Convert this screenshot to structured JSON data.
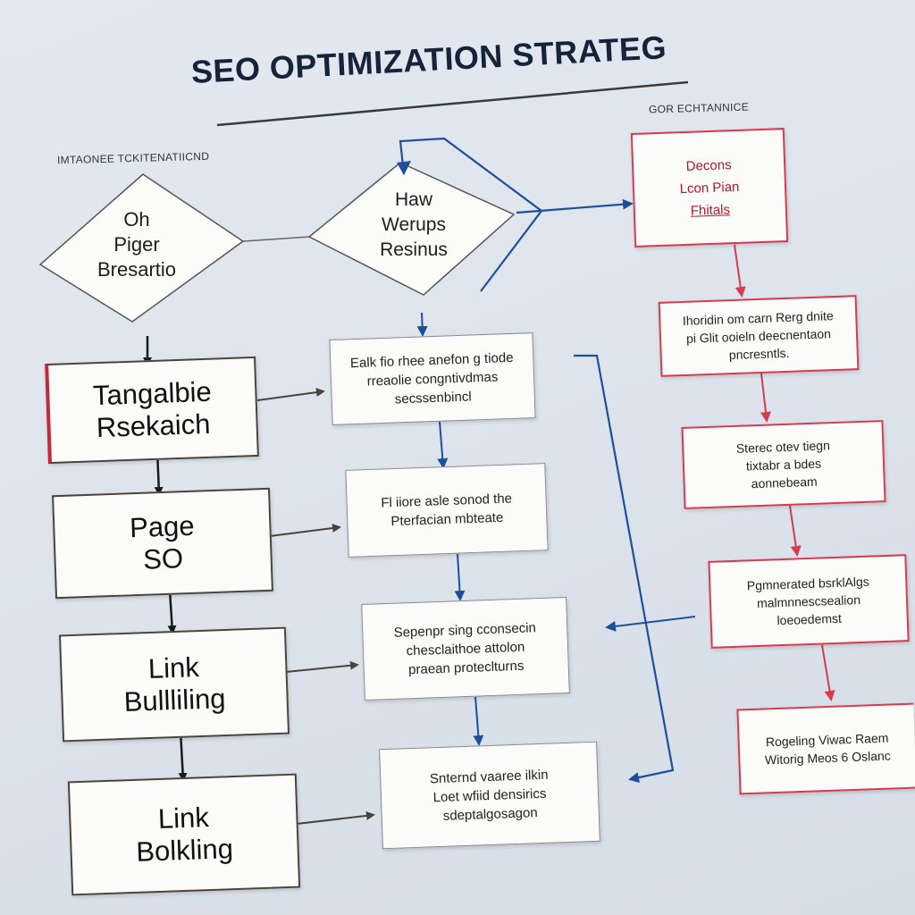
{
  "title": "SEO OPTIMIZATION STRATEG",
  "labels": {
    "left_caption": "IMTAONEE TCKITENATIICND",
    "right_caption": "GOR ECHTANNICE"
  },
  "diamonds": [
    {
      "id": "d1",
      "text": "Oh\nPiger\nBresartio"
    },
    {
      "id": "d2",
      "text": "Haw\nWerups\nResinus"
    }
  ],
  "left_steps": [
    {
      "id": "tangible-research",
      "text": "Tangalbie\nRsekaich"
    },
    {
      "id": "page-seo",
      "text": "Page\nSO"
    },
    {
      "id": "link-building",
      "text": "Link\nBullliling"
    },
    {
      "id": "link-bolkling",
      "text": "Link\nBolkling"
    }
  ],
  "middle_steps": [
    {
      "id": "m1",
      "text": "Ealk fio rhee anefon g tiode\nrreaolie congntivdmas\nsecssenbincl"
    },
    {
      "id": "m2",
      "text": "Fl iiore asle sonod the\nPterfacian mbteate"
    },
    {
      "id": "m3",
      "text": "Sepenpr sing cconsecin\nchesclaithoe attolon\npraean proteclturns"
    },
    {
      "id": "m4",
      "text": "Snternd vaaree ilkin\nLoet wfiid densirics\nsdeptalgosagon"
    }
  ],
  "right_steps": [
    {
      "id": "r0",
      "lines": [
        "Decons",
        "Lcon Pian",
        "Fhitals"
      ]
    },
    {
      "id": "r1",
      "text": "Ihoridin om carn Rerg dnite\npi Glit ooieln deecnentaon\npncresntls."
    },
    {
      "id": "r2",
      "text": "Sterec otev tiegn\ntixtabr a bdes\naonnebeam"
    },
    {
      "id": "r3",
      "text": "Pgmnerated bsrklAlgs\nmalmnnescsealion\nloeoedemst"
    },
    {
      "id": "r4",
      "text": "Rogeling Viwac Raem\nWitorig Meos 6 Oslanc"
    }
  ],
  "colors": {
    "accent_red": "#d63b4e",
    "accent_blue": "#1f4e9c",
    "border_dark": "#4c433d",
    "arrow_dark": "#1a1a1a"
  }
}
